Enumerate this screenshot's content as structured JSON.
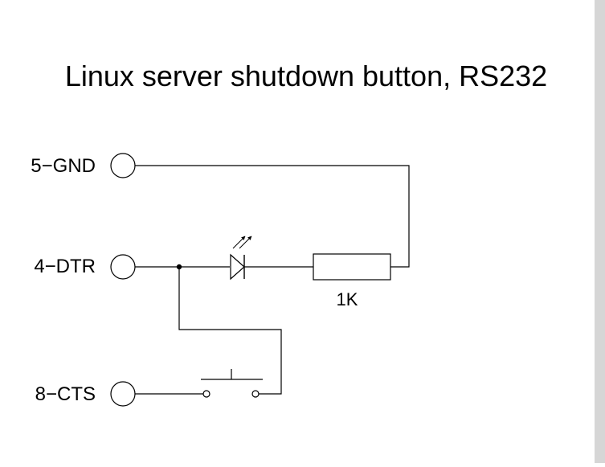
{
  "diagram": {
    "title": "Linux server shutdown button, RS232",
    "pins": {
      "gnd": "5−GND",
      "dtr": "4−DTR",
      "cts": "8−CTS"
    },
    "resistor_label": "1K",
    "colors": {
      "ink": "#000000",
      "background": "#ffffff",
      "edge": "#d6d6d6"
    }
  }
}
